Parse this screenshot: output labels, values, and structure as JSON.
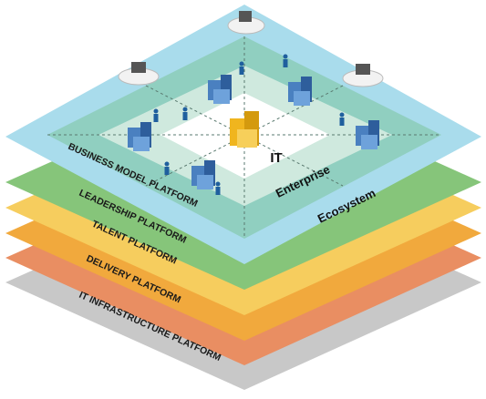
{
  "layers": [
    {
      "label": "IT INFRASTRUCTURE PLATFORM",
      "color": "#c8c8c8"
    },
    {
      "label": "DELIVERY PLATFORM",
      "color": "#e98e62"
    },
    {
      "label": "TALENT PLATFORM",
      "color": "#f1a93d"
    },
    {
      "label": "LEADERSHIP PLATFORM",
      "color": "#f6cd5e"
    },
    {
      "label": "BUSINESS MODEL PLATFORM",
      "color": "#86c57a"
    }
  ],
  "top_layer": {
    "color": "#a9dcec"
  },
  "center": {
    "it_label": "IT",
    "enterprise_label": "Enterprise",
    "ecosystem_label": "Ecosystem"
  },
  "colors": {
    "ecosystem_zone": "#8ccdb9",
    "enterprise_zone": "#cfe9de",
    "it_zone": "#ffffff",
    "building_blue": "#4a80c0",
    "building_gold": "#f0b51e",
    "person": "#1f5f9e"
  },
  "icons": [
    "building-icon",
    "person-icon",
    "cloud-icon"
  ]
}
